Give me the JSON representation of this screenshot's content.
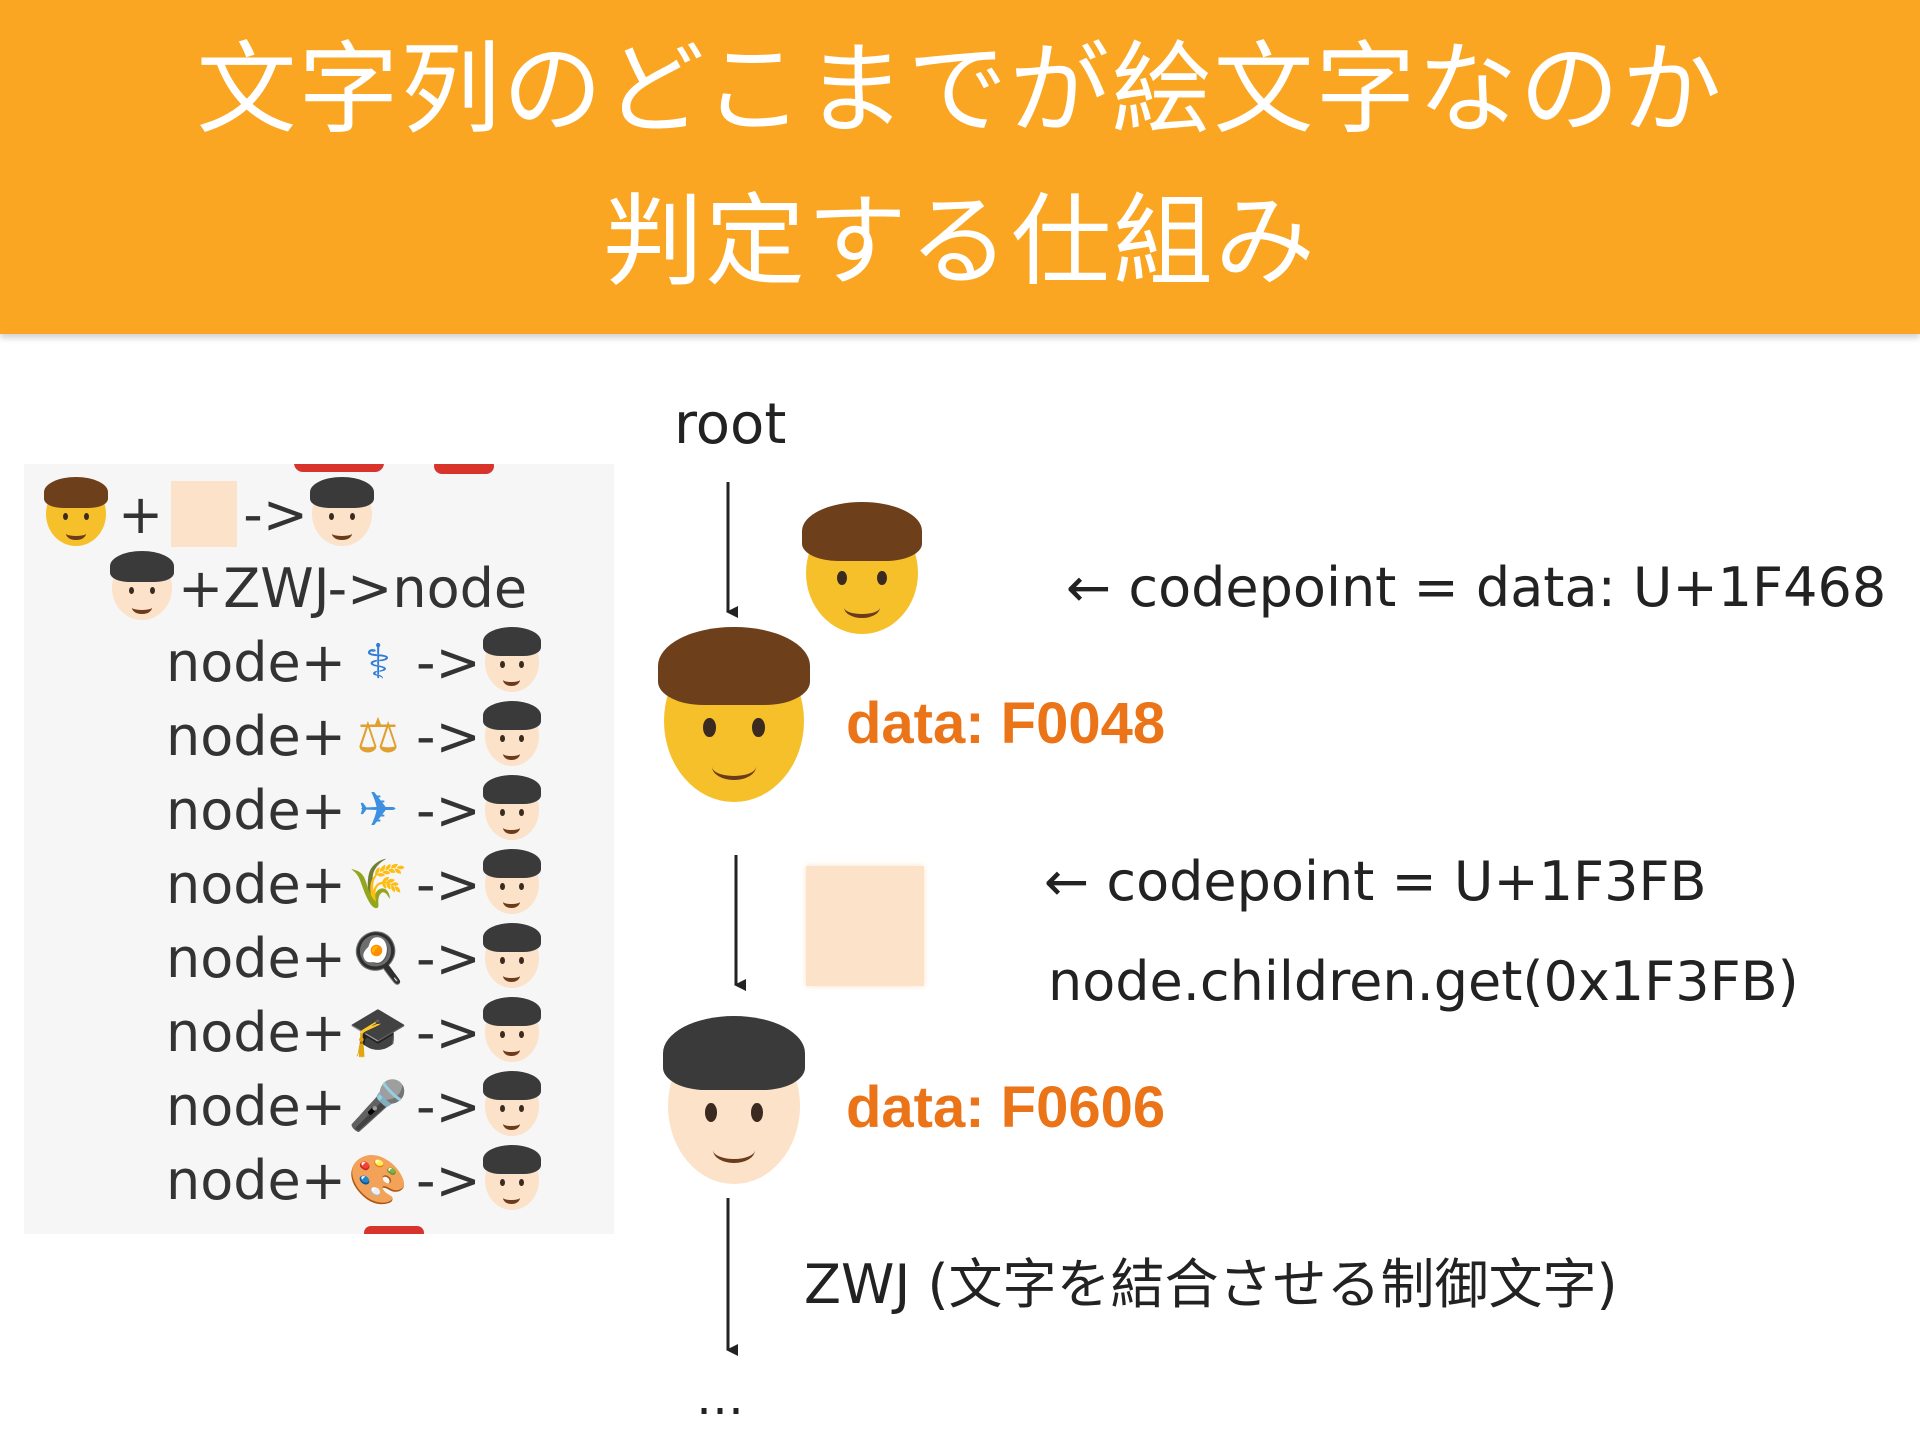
{
  "colors": {
    "header_bg": "#faa623",
    "accent": "#ea7417",
    "skin_default": "#f6c02a",
    "skin_light": "#fbe2c8",
    "hair_brown": "#6d3f1b",
    "hair_black": "#3a3a3a"
  },
  "header": {
    "title_line1": "文字列のどこまでが絵文字なのか",
    "title_line2": "判定する仕組み"
  },
  "panel": {
    "row1": {
      "plus": "+",
      "arrow": "->"
    },
    "row2": {
      "text": "+ZWJ->node"
    },
    "node_prefix": "node+",
    "arrow": "->",
    "items": [
      {
        "icon": "⚕",
        "icon_name": "medical-icon",
        "icon_color": "#2f7bd6"
      },
      {
        "icon": "⚖",
        "icon_name": "scales-icon",
        "icon_color": "#e0a030"
      },
      {
        "icon": "✈",
        "icon_name": "airplane-icon",
        "icon_color": "#3d8fe0"
      },
      {
        "icon": "🌾",
        "icon_name": "rice-icon",
        "icon_color": "#d9a53a"
      },
      {
        "icon": "🍳",
        "icon_name": "frying-pan-icon",
        "icon_color": "#333333"
      },
      {
        "icon": "🎓",
        "icon_name": "graduation-cap-icon",
        "icon_color": "#222222"
      },
      {
        "icon": "🎤",
        "icon_name": "microphone-icon",
        "icon_color": "#3d8fe0"
      },
      {
        "icon": "🎨",
        "icon_name": "palette-icon",
        "icon_color": "#e8b060"
      }
    ]
  },
  "diagram": {
    "root": "root",
    "codepoint1": "← codepoint = data: U+1F468",
    "data1": "data:  F0048",
    "codepoint2": "← codepoint = U+1F3FB",
    "node_get": "node.children.get(0x1F3FB)",
    "data2": "data:  F0606",
    "zwj": "ZWJ (文字を結合させる制御文字)",
    "ellipsis": "…"
  }
}
